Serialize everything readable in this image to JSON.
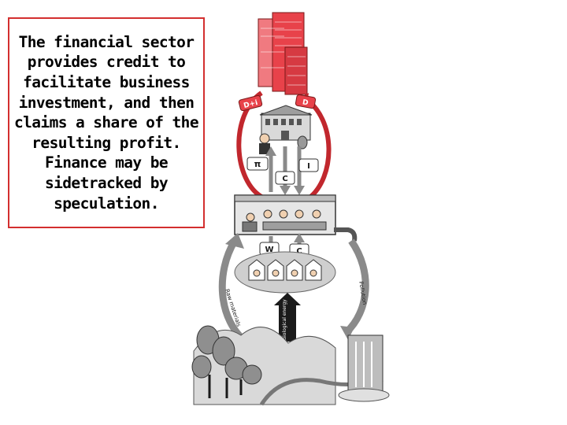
{
  "callout": {
    "text": "The financial sector provides credit to facilitate business investment, and then claims a share of the resulting profit. Finance may be sidetracked by speculation.",
    "border_color": "#d32f2f"
  },
  "diagram": {
    "labels": {
      "d_plus_i": "D+i",
      "d": "D",
      "profit": "π",
      "investment": "I",
      "consumption_capitalists": "C",
      "wages": "W",
      "consumption_workers": "C",
      "pollution": "Pollution",
      "raw_materials": "Raw materials",
      "biological_energy": "Biological energy"
    },
    "colors": {
      "finance_red": "#e8424a",
      "arrow_red": "#c1272d",
      "gray": "#8a8a8a",
      "dark": "#1a1a1a"
    }
  }
}
